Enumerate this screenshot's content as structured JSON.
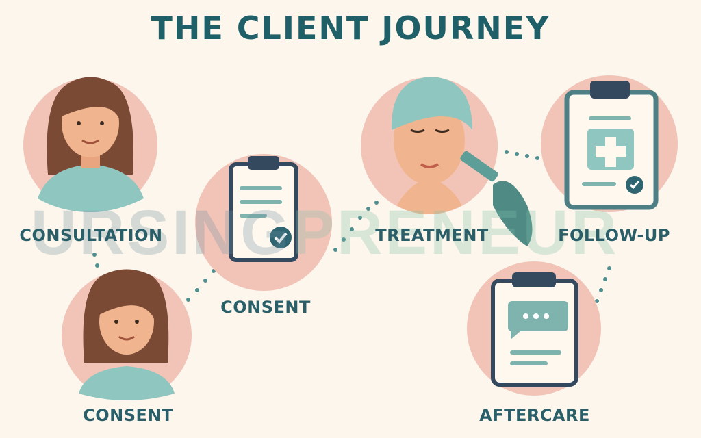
{
  "title": "THE CLIENT JOURNEY",
  "steps": [
    {
      "label": "CONSULTATION",
      "icon": "woman-nurse-portrait"
    },
    {
      "label": "CONSENT",
      "icon": "clipboard-check"
    },
    {
      "label": "TREATMENT",
      "icon": "injection-face"
    },
    {
      "label": "FOLLOW-UP",
      "icon": "clipboard-medical-cross"
    },
    {
      "label": "CONSENT",
      "icon": "woman-portrait"
    },
    {
      "label": "AFTERCARE",
      "icon": "clipboard-chat"
    }
  ],
  "watermark": {
    "part1": "URSING",
    "part2": "PRENEUR"
  },
  "colors": {
    "title": "#1f5f68",
    "circle": "#f2c4b8",
    "teal": "#5e9e98",
    "navy": "#34495e",
    "background": "#fcf6ec"
  }
}
